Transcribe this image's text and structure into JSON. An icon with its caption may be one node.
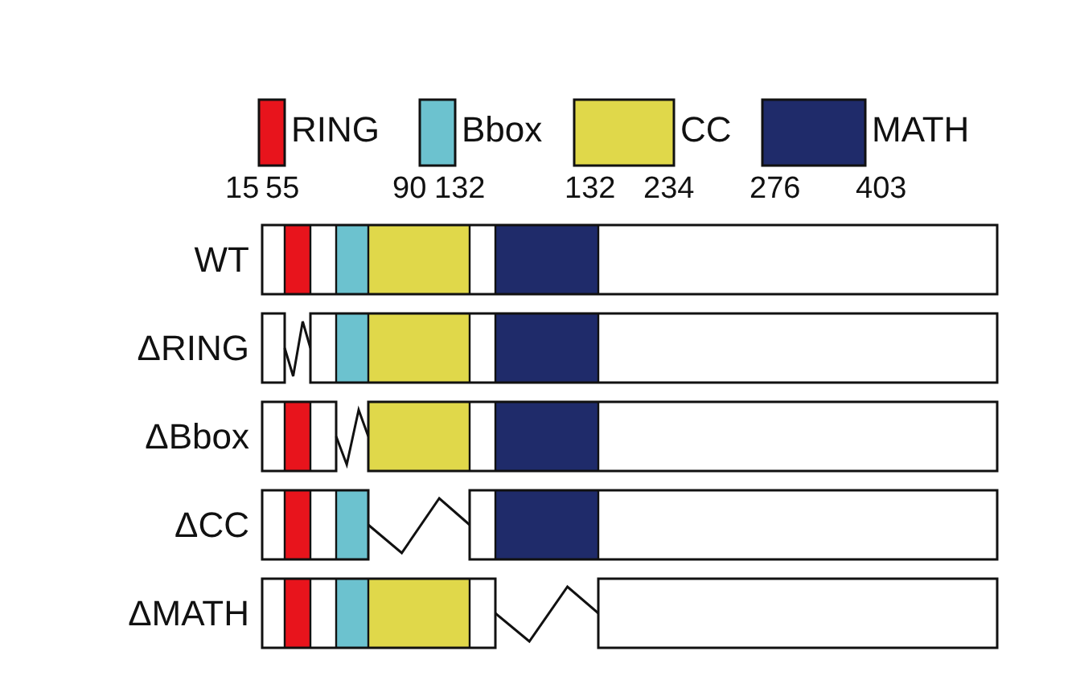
{
  "diagram": {
    "labels": [
      "15",
      "55",
      "90",
      "132",
      "132",
      "234",
      "276",
      "403",
      "WT",
      "ΔRING",
      "ΔBbox",
      "ΔCC",
      "ΔMATH"
    ],
    "legend": [
      {
        "text": "RING",
        "color": "#e8141c"
      },
      {
        "text": "Bbox",
        "color": "#6cc2cf"
      },
      {
        "text": "CC",
        "color": "#e0d84a"
      },
      {
        "text": "MATH",
        "color": "#1f2b6a"
      }
    ]
  }
}
